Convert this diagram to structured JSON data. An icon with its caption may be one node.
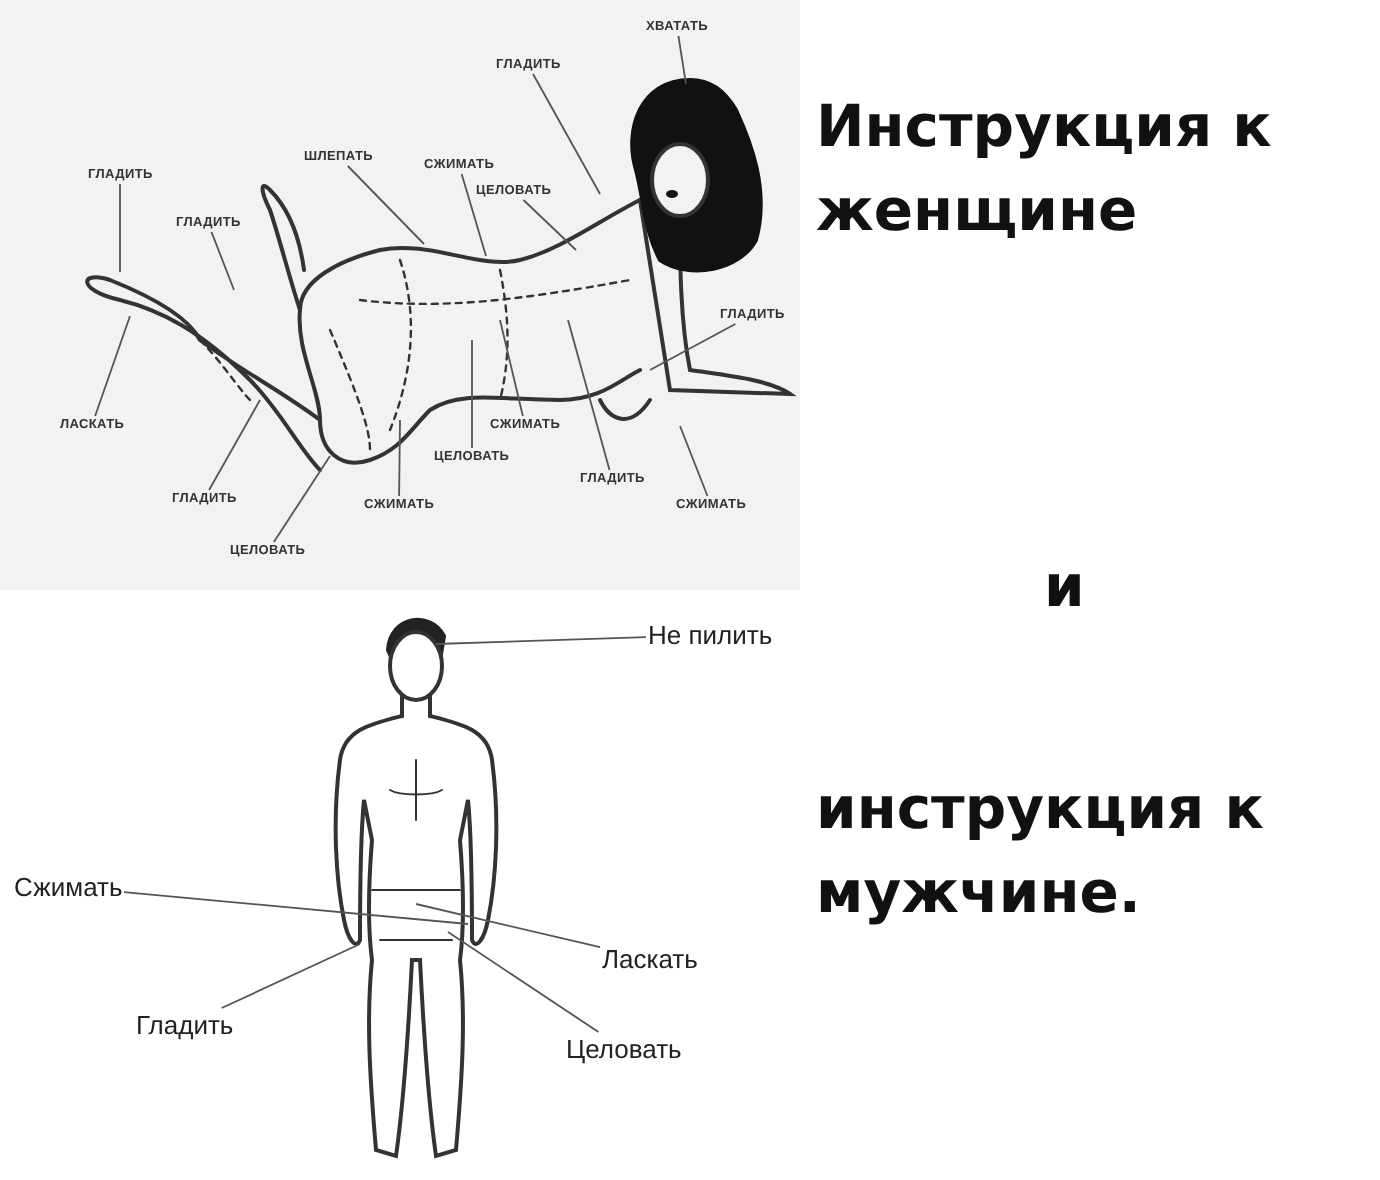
{
  "diagram": {
    "nodes": [
      {
        "text": [
          "ХВАТАТЬ"
        ]
      },
      {
        "text": [
          "ГЛАДИТЬ"
        ]
      },
      {
        "text": [
          "ШЛЕПАТЬ"
        ]
      },
      {
        "text": [
          "СЖИМАТЬ"
        ]
      },
      {
        "text": [
          "ГЛАДИТЬ"
        ]
      },
      {
        "text": [
          "ЦЕЛОВАТЬ"
        ]
      },
      {
        "text": [
          "ГЛАДИТЬ"
        ]
      },
      {
        "text": [
          "ГЛАДИТЬ"
        ]
      },
      {
        "text": [
          "ЛАСКАТЬ"
        ]
      },
      {
        "text": [
          "СЖИМАТЬ"
        ]
      },
      {
        "text": [
          "ЦЕЛОВАТЬ"
        ]
      },
      {
        "text": [
          "ГЛАДИТЬ"
        ]
      },
      {
        "text": [
          "ГЛАДИТЬ"
        ]
      },
      {
        "text": [
          "СЖИМАТЬ"
        ]
      },
      {
        "text": [
          "СЖИМАТЬ"
        ]
      },
      {
        "text": [
          "ЦЕЛОВАТЬ"
        ]
      },
      {
        "text": [
          "Не пилить"
        ]
      },
      {
        "text": [
          "Сжимать"
        ]
      },
      {
        "text": [
          "Ласкать"
        ]
      },
      {
        "text": [
          "Гладить"
        ]
      },
      {
        "text": [
          "Целовать"
        ]
      }
    ],
    "edges": [
      {
        "from": 0,
        "to": null,
        "arrow": "none"
      },
      {
        "from": 1,
        "to": null,
        "arrow": "none"
      },
      {
        "from": 2,
        "to": null,
        "arrow": "none"
      },
      {
        "from": 3,
        "to": null,
        "arrow": "none"
      },
      {
        "from": 4,
        "to": null,
        "arrow": "none"
      },
      {
        "from": 5,
        "to": null,
        "arrow": "none"
      },
      {
        "from": 6,
        "to": null,
        "arrow": "none"
      },
      {
        "from": 7,
        "to": null,
        "arrow": "none"
      },
      {
        "from": 8,
        "to": null,
        "arrow": "none"
      },
      {
        "from": 9,
        "to": null,
        "arrow": "none"
      },
      {
        "from": 10,
        "to": null,
        "arrow": "none"
      },
      {
        "from": 11,
        "to": null,
        "arrow": "none"
      },
      {
        "from": 12,
        "to": null,
        "arrow": "none"
      },
      {
        "from": 13,
        "to": null,
        "arrow": "none"
      },
      {
        "from": 14,
        "to": null,
        "arrow": "none"
      },
      {
        "from": 15,
        "to": null,
        "arrow": "none"
      },
      {
        "from": 16,
        "to": null,
        "arrow": "none"
      },
      {
        "from": 17,
        "to": null,
        "arrow": "none"
      },
      {
        "from": 18,
        "to": null,
        "arrow": "none"
      },
      {
        "from": 19,
        "to": null,
        "arrow": "none"
      },
      {
        "from": 20,
        "to": null,
        "arrow": "none"
      }
    ],
    "labels": [
      "Инструкция к женщине",
      "и",
      "инструкция к мужчине."
    ]
  }
}
